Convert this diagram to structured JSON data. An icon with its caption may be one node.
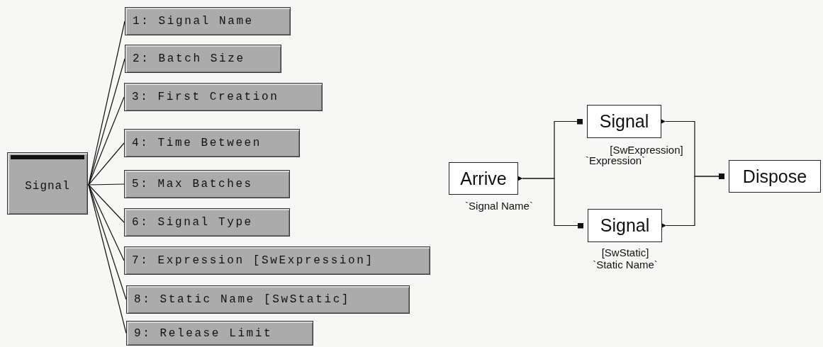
{
  "diagram": {
    "nodes": [
      {
        "text": [
          "Signal"
        ]
      },
      {
        "text": [
          "1: Signal Name"
        ]
      },
      {
        "text": [
          "2: Batch Size"
        ]
      },
      {
        "text": [
          "3: First Creation"
        ]
      },
      {
        "text": [
          "4: Time Between"
        ]
      },
      {
        "text": [
          "5: Max Batches"
        ]
      },
      {
        "text": [
          "6: Signal Type"
        ]
      },
      {
        "text": [
          "7: Expression [SwExpression]"
        ]
      },
      {
        "text": [
          "8: Static Name [SwStatic]"
        ]
      },
      {
        "text": [
          "9: Release Limit"
        ]
      },
      {
        "text": [
          "Arrive"
        ],
        "beside": [
          "`Signal Name`"
        ]
      },
      {
        "text": [
          "Signal"
        ],
        "beside": [
          "[SwExpression]",
          "`Expression`"
        ]
      },
      {
        "text": [
          "Signal"
        ],
        "beside": [
          "[SwStatic]",
          "`Static Name`"
        ]
      },
      {
        "text": [
          "Dispose"
        ]
      }
    ],
    "edges": [
      {
        "from": 0,
        "to": 1,
        "arrow": "none"
      },
      {
        "from": 0,
        "to": 2,
        "arrow": "none"
      },
      {
        "from": 0,
        "to": 3,
        "arrow": "none"
      },
      {
        "from": 0,
        "to": 4,
        "arrow": "none"
      },
      {
        "from": 0,
        "to": 5,
        "arrow": "none"
      },
      {
        "from": 0,
        "to": 6,
        "arrow": "none"
      },
      {
        "from": 0,
        "to": 7,
        "arrow": "none"
      },
      {
        "from": 0,
        "to": 8,
        "arrow": "none"
      },
      {
        "from": 0,
        "to": 9,
        "arrow": "none"
      },
      {
        "from": 10,
        "to": 11,
        "arrow": "other"
      },
      {
        "from": 10,
        "to": 12,
        "arrow": "other"
      },
      {
        "from": 11,
        "to": 13,
        "arrow": "other"
      },
      {
        "from": 12,
        "to": 13,
        "arrow": "other"
      }
    ]
  }
}
